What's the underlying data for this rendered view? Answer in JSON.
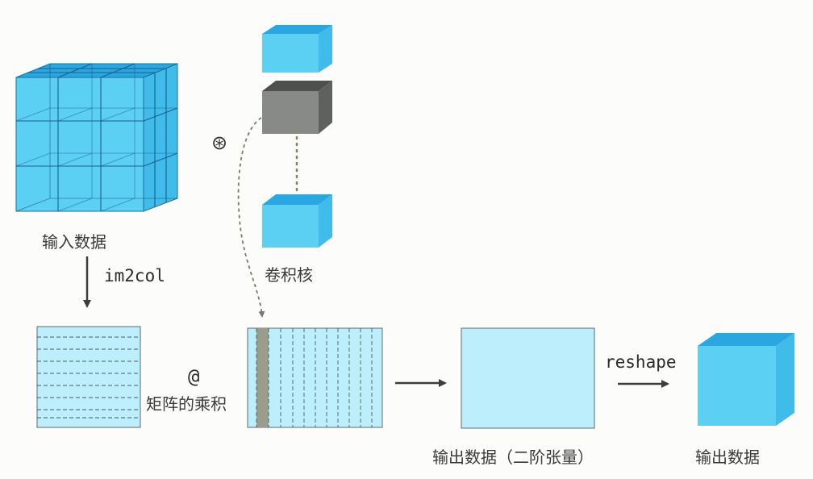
{
  "labels": {
    "input": "输入数据",
    "im2col": "im2col",
    "kernel": "卷积核",
    "conv_symbol": "⊛",
    "matmul_symbol": "@",
    "matmul": "矩阵的乘积",
    "output_2d": "输出数据（二阶张量）",
    "reshape": "reshape",
    "output": "输出数据"
  },
  "colors": {
    "cube_front": "#5cd0f2",
    "cube_top": "#2aa7e0",
    "cube_side": "#3fbce9",
    "matrix_fill": "#bdeefb",
    "kernel_dark_front": "#888a88",
    "kernel_dark_top": "#4e504e",
    "kernel_dark_side": "#5f615f",
    "arrow": "#3d3d3d"
  },
  "icons": [
    "convolution-icon",
    "arrow-down-icon",
    "arrow-right-icon"
  ]
}
